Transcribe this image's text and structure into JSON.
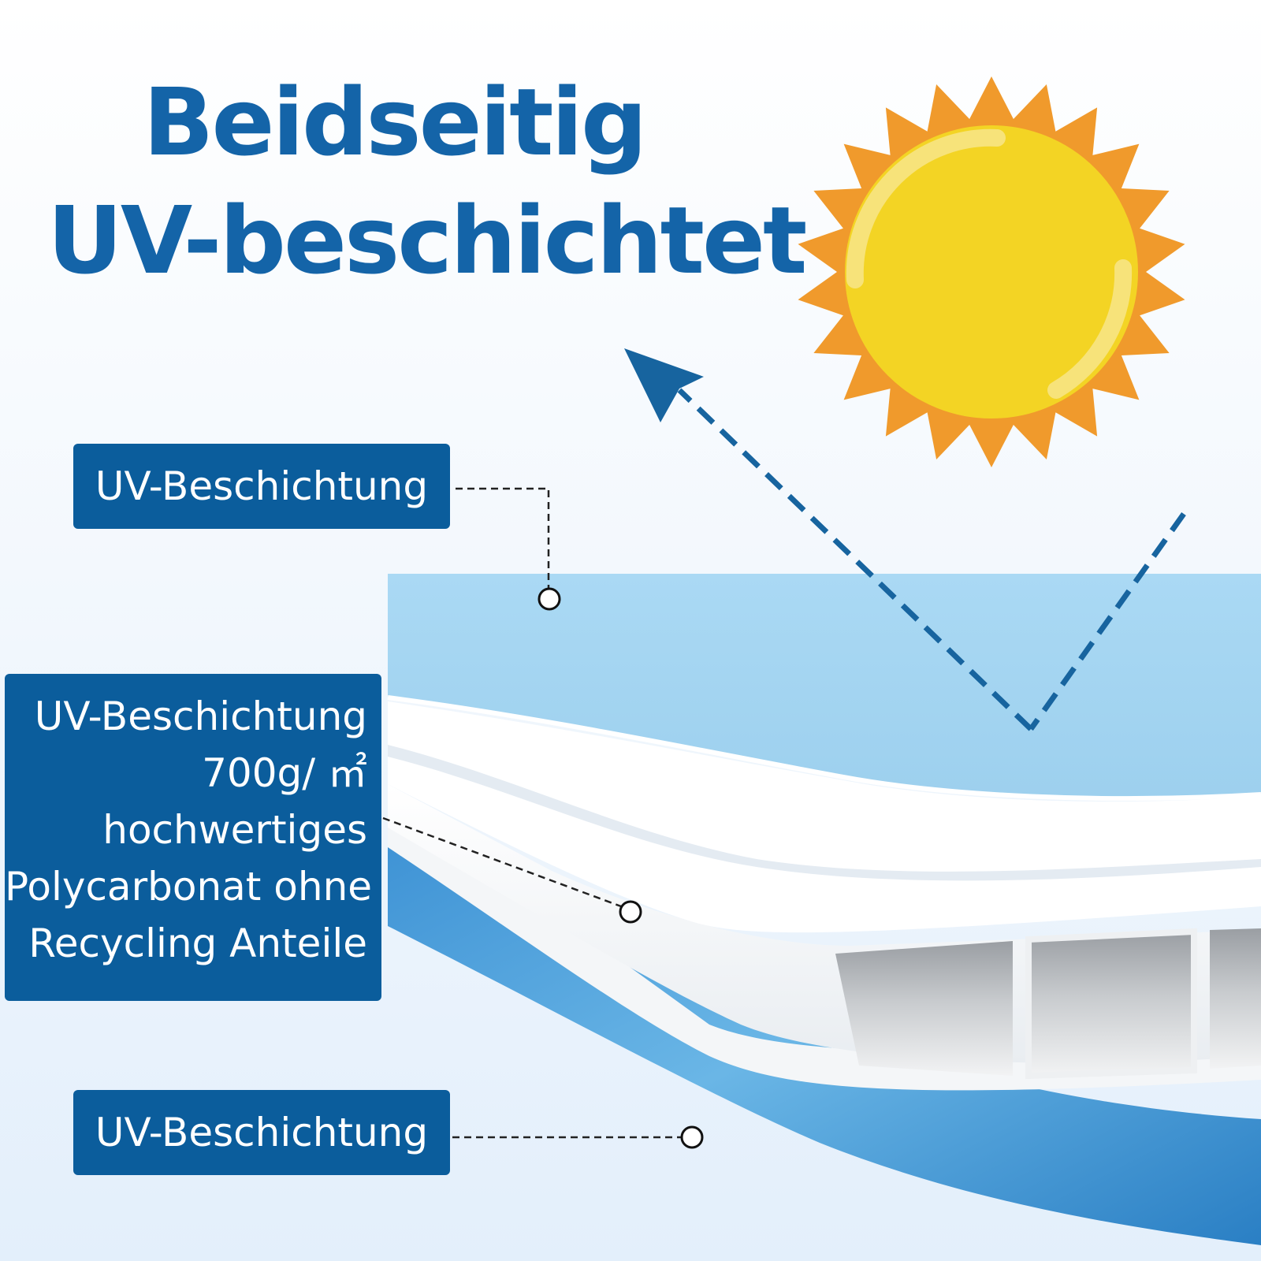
{
  "headline": {
    "line1": "Beidseitig",
    "line2": "UV-beschichtet"
  },
  "labels": {
    "top": "UV-Beschichtung",
    "middle": [
      "UV-Beschichtung",
      "700g/ ㎡",
      "hochwertiges",
      "Polycarbonat ohne",
      "Recycling Anteile"
    ],
    "bottom": "UV-Beschichtung"
  },
  "colors": {
    "headline": "#1464a8",
    "label_bg": "#0b5d9c",
    "sun_rays": "#f09a2c",
    "sun_core": "#f3d424",
    "arrow": "#17649f",
    "top_sheet": "#a8d8f2",
    "bottom_sheet": "#2b86cf"
  },
  "icons": [
    "sun-icon",
    "reflection-arrow-icon"
  ]
}
